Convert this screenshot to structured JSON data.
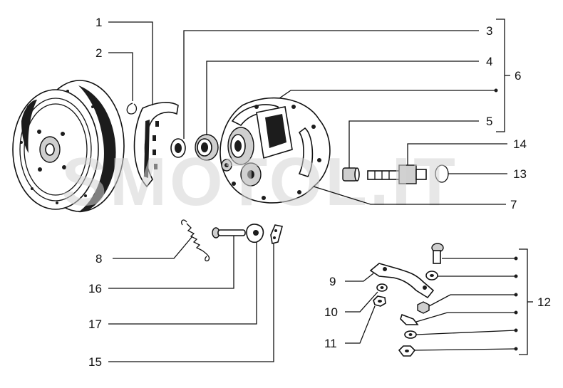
{
  "watermark": "SMOTOL.IT",
  "callouts": {
    "c1": "1",
    "c2": "2",
    "c3": "3",
    "c4": "4",
    "c5": "5",
    "c6": "6",
    "c7": "7",
    "c8": "8",
    "c9": "9",
    "c10": "10",
    "c11": "11",
    "c12": "12",
    "c13": "13",
    "c14": "14",
    "c15": "15",
    "c16": "16",
    "c17": "17"
  }
}
